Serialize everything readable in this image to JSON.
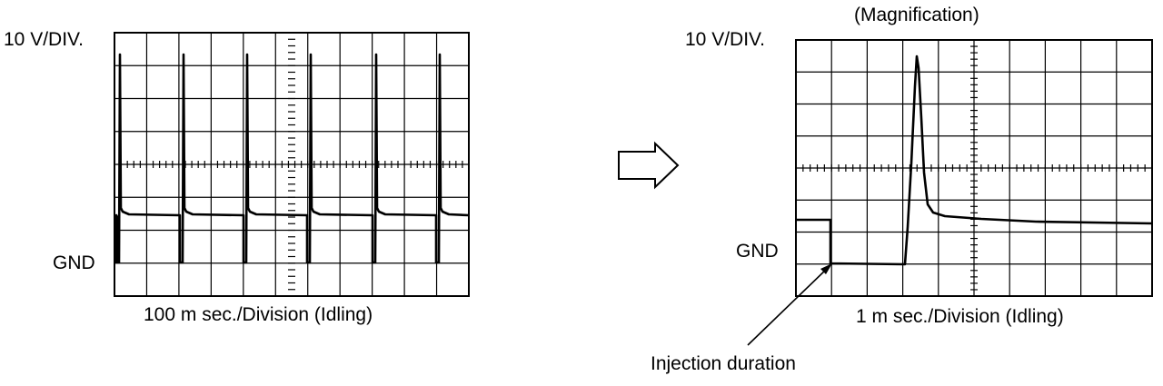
{
  "left_scope": {
    "volt_label": "10 V/DIV.",
    "gnd_label": "GND",
    "time_label": "100 m sec./Division (Idling)"
  },
  "right_scope": {
    "title": "(Magnification)",
    "volt_label": "10 V/DIV.",
    "gnd_label": "GND",
    "time_label": "1 m sec./Division (Idling)"
  },
  "annotation": {
    "text": "Injection duration"
  },
  "colors": {
    "ink": "#000000",
    "background": "#ffffff"
  },
  "icons": {
    "transition": "right-arrow-outline-icon"
  }
}
